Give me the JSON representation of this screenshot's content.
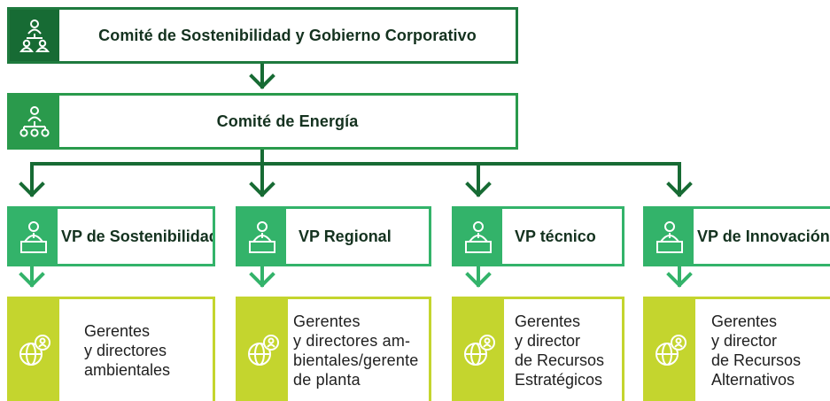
{
  "colors": {
    "dark_green": "#176b34",
    "mid_green": "#2a9a4c",
    "light_green": "#33b36a",
    "lime": "#c4d52e"
  },
  "committees": [
    {
      "label": "Comité de Sostenibilidad y Gobierno Corporativo",
      "icon": "org-chart-icon"
    },
    {
      "label": "Comité de Energía",
      "icon": "network-icon"
    }
  ],
  "vps": [
    {
      "label": "VP de Sostenibilidad",
      "icon": "person-at-desk-icon"
    },
    {
      "label": "VP Regional",
      "icon": "person-at-desk-icon"
    },
    {
      "label": "VP técnico",
      "icon": "person-at-desk-icon"
    },
    {
      "label": "VP de Innovación",
      "icon": "person-at-desk-icon"
    }
  ],
  "managers": [
    {
      "lines": [
        "Gerentes",
        "y directores",
        "ambientales"
      ],
      "icon": "globe-person-icon"
    },
    {
      "lines": [
        "Gerentes",
        "y directores am-",
        "bientales/gerente",
        "de planta"
      ],
      "icon": "globe-person-icon"
    },
    {
      "lines": [
        "Gerentes",
        "y director",
        "de Recursos",
        "Estratégicos"
      ],
      "icon": "globe-person-icon"
    },
    {
      "lines": [
        "Gerentes",
        "y director",
        "de Recursos",
        "Alternativos"
      ],
      "icon": "globe-person-icon"
    }
  ]
}
